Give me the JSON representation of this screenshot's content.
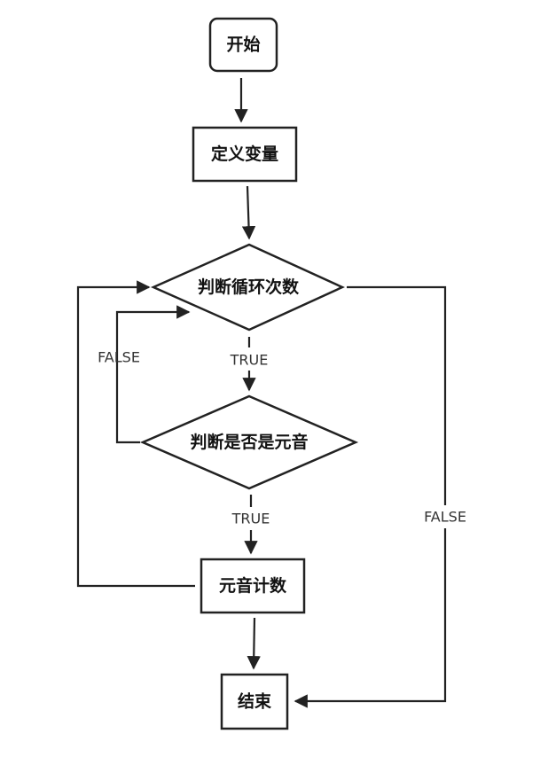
{
  "nodes": {
    "start": "开始",
    "define_vars": "定义变量",
    "loop_check": "判断循环次数",
    "vowel_check": "判断是否是元音",
    "vowel_count": "元音计数",
    "end": "结束"
  },
  "edges": {
    "loop_true": "TRUE",
    "loop_false": "FALSE",
    "vowel_true": "TRUE",
    "vowel_false": "FALSE"
  },
  "colors": {
    "stroke": "#222222",
    "fill": "#ffffff",
    "text": "#111111",
    "edge_text": "#333333"
  }
}
